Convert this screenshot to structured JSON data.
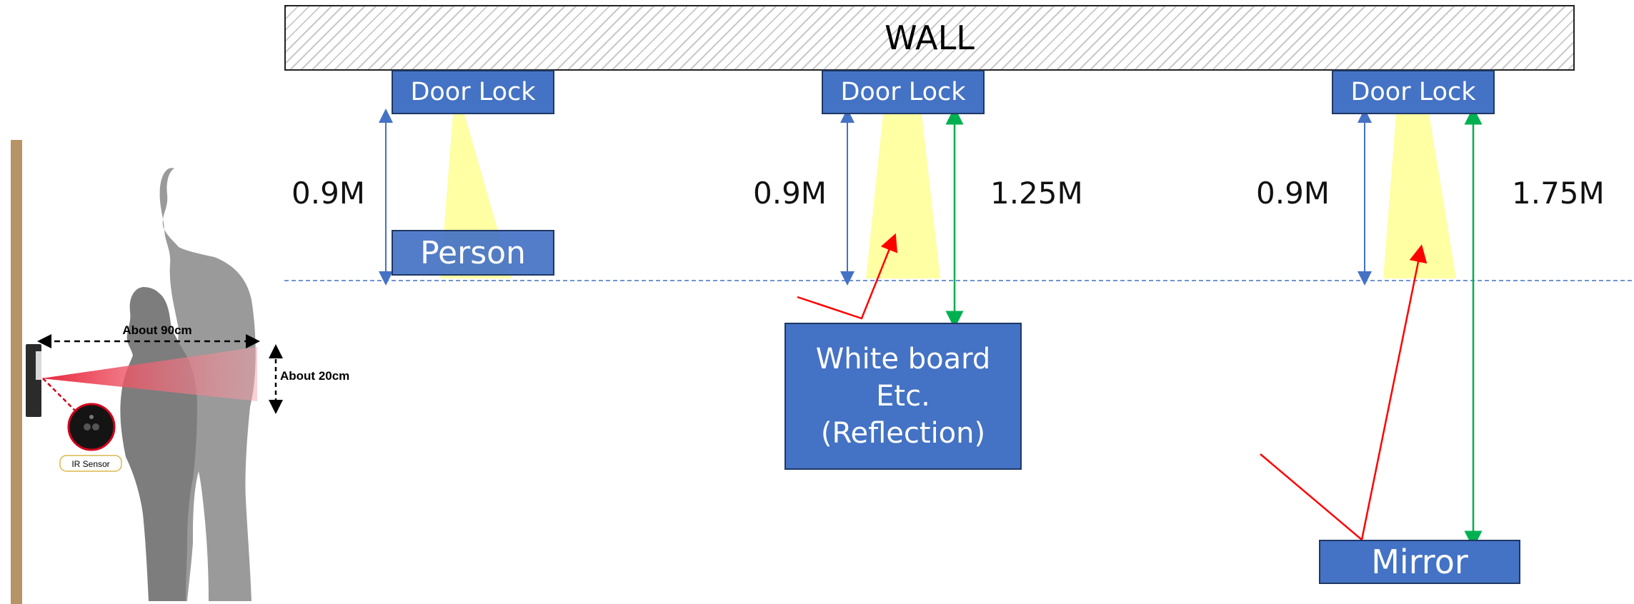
{
  "wall": {
    "label": "WALL"
  },
  "scenarios": [
    {
      "lock_label": "Door Lock",
      "height_label": "0.9M",
      "object_label": "Person"
    },
    {
      "lock_label": "Door Lock",
      "height_label": "0.9M",
      "distance_label": "1.25M",
      "object_lines": [
        "White board",
        "Etc.",
        "(Reflection)"
      ]
    },
    {
      "lock_label": "Door Lock",
      "height_label": "0.9M",
      "distance_label": "1.75M",
      "object_label": "Mirror"
    }
  ],
  "illustration": {
    "width_label": "About 90cm",
    "height_label": "About 20cm",
    "sensor_label": "IR Sensor"
  },
  "colors": {
    "box_fill": "#4472c4",
    "box_border": "#1f3864",
    "beam_yellow": "#ffff99",
    "height_arrow": "#4472c4",
    "distance_arrow": "#00b050",
    "reflection_line": "#ff0000",
    "ir_beam": "#e8253a",
    "wall_wood": "#b79466",
    "silhouette": "#8c8c8c"
  }
}
